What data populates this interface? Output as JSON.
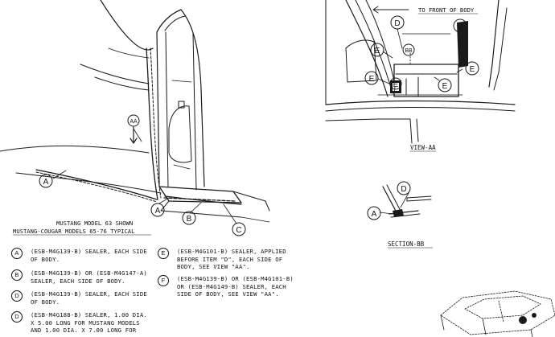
{
  "callouts": {
    "a": "A",
    "b": "B",
    "c": "C",
    "d": "D",
    "e": "E",
    "aa": "AA",
    "bb": "BB"
  },
  "captions": {
    "model_line1": "MUSTANG MODEL 63 SHOWN",
    "model_line2": "MUSTANG-COUGAR MODELS 65-76 TYPICAL",
    "to_front": "TO FRONT OF BODY",
    "view_aa": "VIEW-AA",
    "section_bb": "SECTION-BB"
  },
  "legend": [
    {
      "letter": "A",
      "text": "(ESB-M4G139-B) SEALER, EACH SIDE\nOF BODY."
    },
    {
      "letter": "B",
      "text": "(ESB-M4G139-B) OR (ESB-M4G147-A)\nSEALER, EACH SIDE OF BODY."
    },
    {
      "letter": "D",
      "text": "(ESB-M4G139-B) SEALER, EACH SIDE\nOF BODY."
    },
    {
      "letter": "D",
      "text": "(ESB-M4G188-B) SEALER, 1.00 DIA.\nX 5.00 LONG FOR MUSTANG MODELS\nAND 1.00 DIA. X 7.00 LONG FOR"
    },
    {
      "letter": "E",
      "text": "(ESB-M4G101-B) SEALER, APPLIED\nBEFORE ITEM \"D\", EACH SIDE OF\nBODY, SEE VIEW \"AA\"."
    },
    {
      "letter": "F",
      "text": "(ESB-M4G139-B) OR (ESB-M4G101-B)\nOR (ESB-M4G149-B) SEALER, EACH\nSIDE OF BODY, SEE VIEW \"AA\"."
    }
  ]
}
